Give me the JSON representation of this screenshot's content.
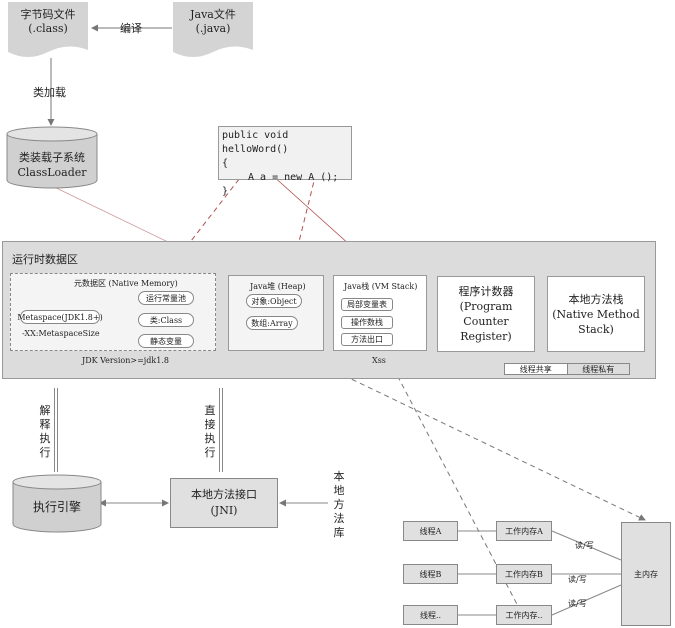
{
  "class_file": {
    "line1": "字节码文件",
    "line2": "(.class)"
  },
  "java_file": {
    "line1": "Java文件",
    "line2": "(.java)"
  },
  "compile_label": "编译",
  "class_load_label": "类加载",
  "classloader": {
    "line1": "类装载子系统",
    "line2": "ClassLoader"
  },
  "code": {
    "line1": "public void helloWord()",
    "line2": "{",
    "line3": "A a = new A ();",
    "line4": "}"
  },
  "runtime": {
    "title": "运行时数据区",
    "metaspace": {
      "title": "元数据区 (Native Memory)",
      "mspace": "Metaspace(JDK1.8+)",
      "mspace_size": "-XX:MetaspaceSize",
      "const_pool": "运行常量池",
      "class_item": "类:Class",
      "static_var": "静态变量",
      "version": "JDK Version>=jdk1.8"
    },
    "heap": {
      "title": "Java堆 (Heap)",
      "object": "对象:Object",
      "array": "数组:Array"
    },
    "stack": {
      "title": "Java栈 (VM Stack)",
      "locals": "局部变量表",
      "operand": "操作数栈",
      "exit": "方法出口",
      "xss": "Xss"
    },
    "pc": {
      "line1": "程序计数器",
      "line2": "(Program Counter",
      "line3": "Register)"
    },
    "native_stack": {
      "line1": "本地方法栈",
      "line2": "(Native Method",
      "line3": "Stack)"
    },
    "legend": {
      "shared": "线程共享",
      "private": "线程私有"
    }
  },
  "interpret_label": "解释执行",
  "direct_label": "直接执行",
  "engine_label": "执行引擎",
  "jni": {
    "line1": "本地方法接口",
    "line2": "(JNI)"
  },
  "native_lib_label": "本地方法库",
  "threads": {
    "t1": "线程A",
    "t2": "线程B",
    "t3": "线程..",
    "w1": "工作内存A",
    "w2": "工作内存B",
    "w3": "工作内存..",
    "rw1": "读/写",
    "rw2": "读/写",
    "rw3": "读/写",
    "main_memory": "主内存"
  }
}
